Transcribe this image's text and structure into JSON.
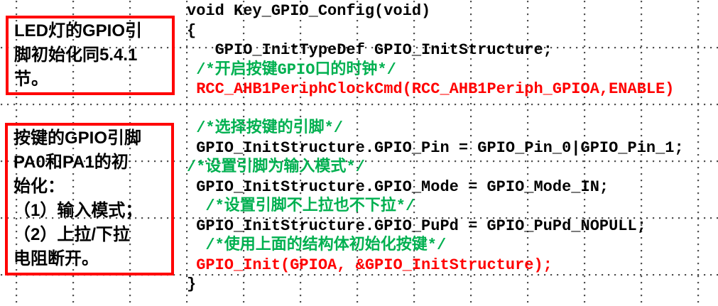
{
  "colors": {
    "background": "#FFFFFF",
    "grid_dot": "#4A4A4A",
    "annotation_border": "#FF0000",
    "annotation_text": "#000000",
    "code_text": "#000000",
    "comment_green": "#00B050",
    "highlight_red": "#FF0000"
  },
  "annotations": [
    {
      "id": "led-gpio-note",
      "lines": [
        "LED灯的GPIO引",
        "脚初始化同5.4.1",
        "节。"
      ]
    },
    {
      "id": "key-gpio-note",
      "lines": [
        "按键的GPIO引脚",
        "PA0和PA1的初",
        "始化：",
        "（1）输入模式；",
        "（2）上拉/下拉",
        "电阻断开。"
      ]
    }
  ],
  "code": {
    "lines": [
      {
        "text": "void Key_GPIO_Config(void)",
        "color": "default"
      },
      {
        "text": "{",
        "color": "default"
      },
      {
        "text": "   GPIO_InitTypeDef GPIO_InitStructure;",
        "color": "default"
      },
      {
        "text": " /*开启按键GPIO口的时钟*/",
        "color": "comment"
      },
      {
        "text": " RCC_AHB1PeriphClockCmd(RCC_AHB1Periph_GPIOA,ENABLE)",
        "color": "highlight"
      },
      {
        "text": "",
        "color": "default"
      },
      {
        "text": " /*选择按键的引脚*/",
        "color": "comment"
      },
      {
        "text": " GPIO_InitStructure.GPIO_Pin = GPIO_Pin_0|GPIO_Pin_1;",
        "color": "default"
      },
      {
        "text": "/*设置引脚为输入模式*/",
        "color": "comment"
      },
      {
        "text": " GPIO_InitStructure.GPIO_Mode = GPIO_Mode_IN;",
        "color": "default"
      },
      {
        "text": "  /*设置引脚不上拉也不下拉*/",
        "color": "comment"
      },
      {
        "text": " GPIO_InitStructure.GPIO_PuPd = GPIO_PuPd_NOPULL;",
        "color": "default"
      },
      {
        "text": "  /*使用上面的结构体初始化按键*/",
        "color": "comment"
      },
      {
        "text": " GPIO_Init(GPIOA, &GPIO_InitStructure);",
        "color": "highlight"
      },
      {
        "text": "}",
        "color": "default"
      }
    ]
  }
}
